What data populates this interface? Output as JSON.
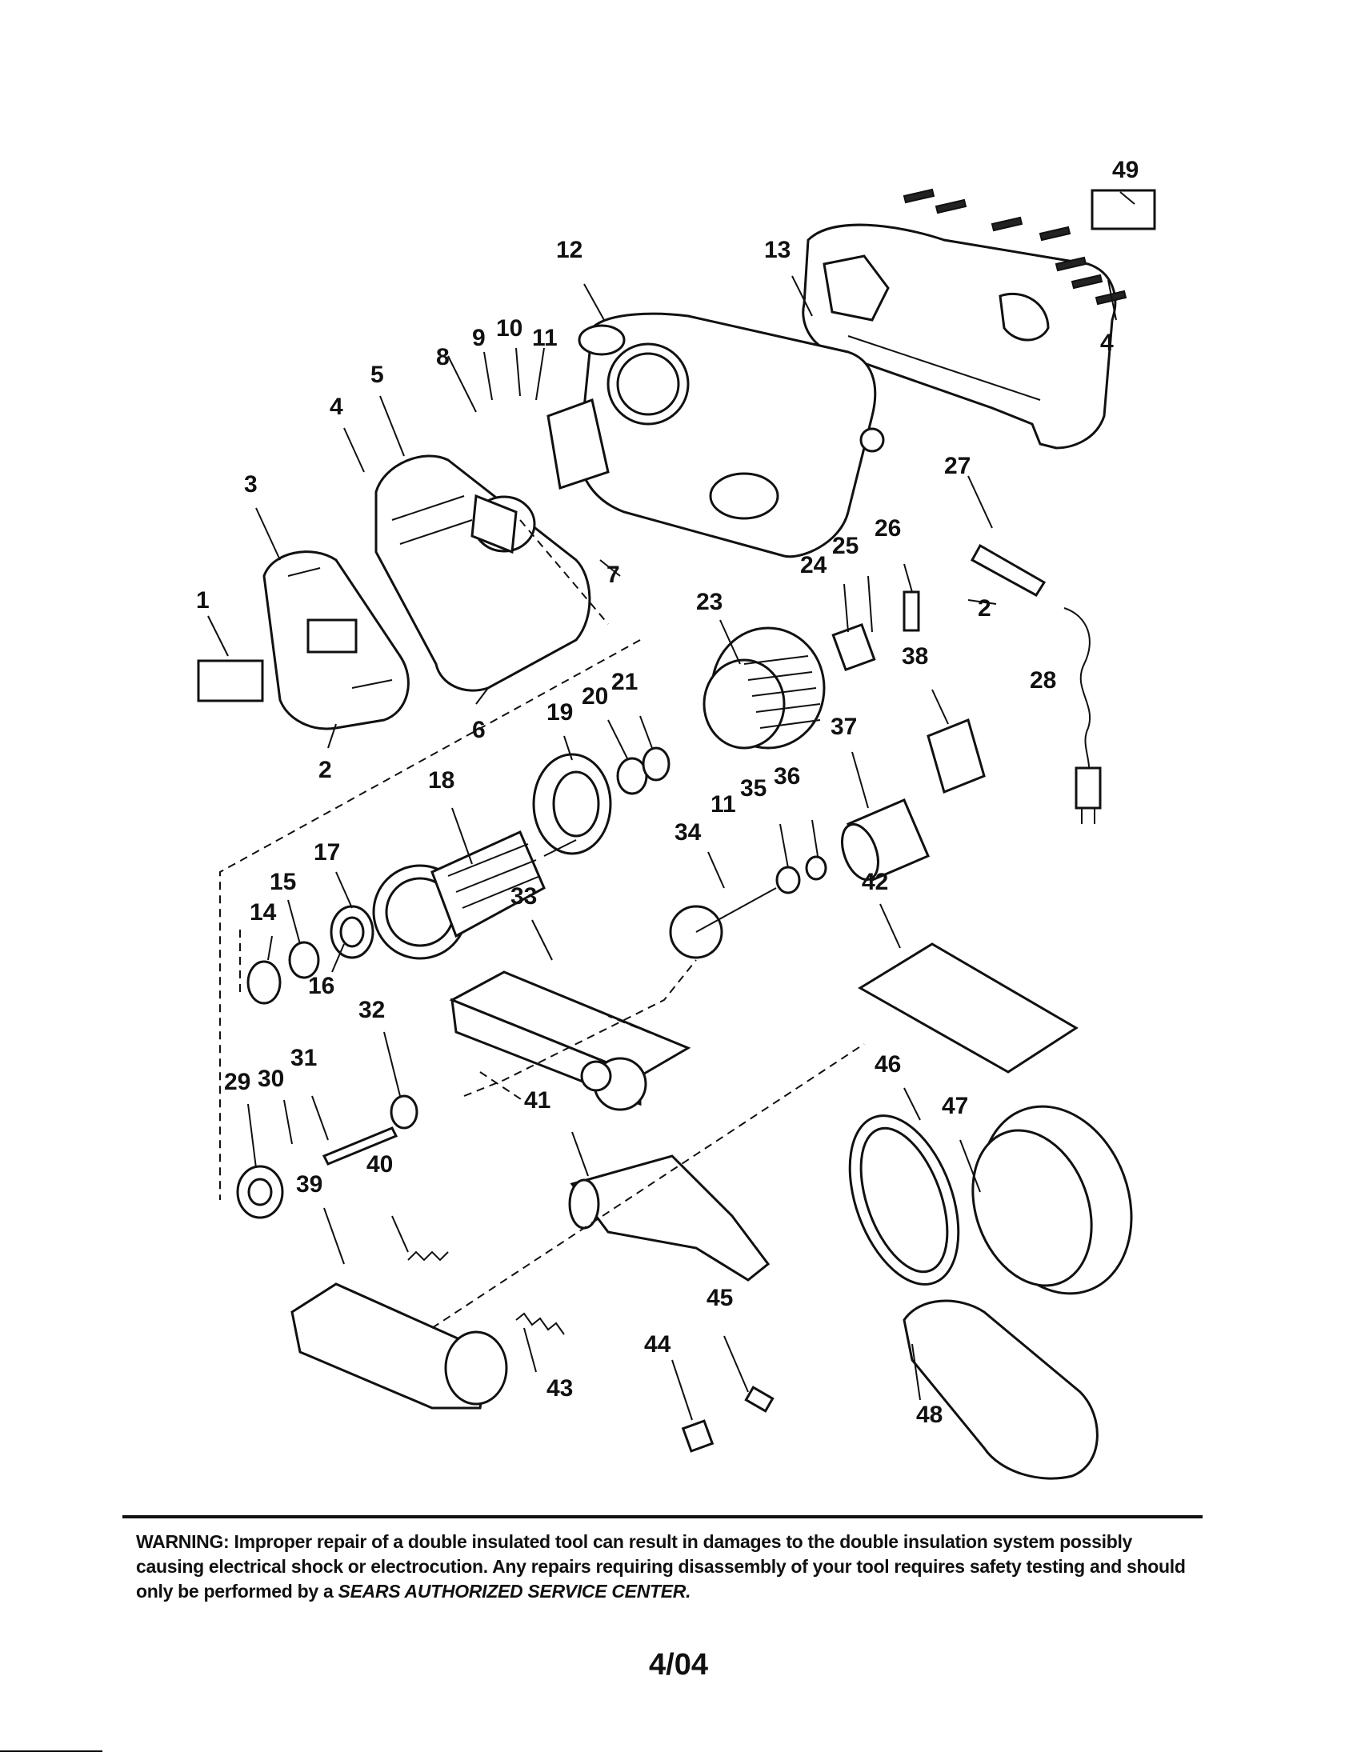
{
  "callouts": {
    "c1": "1",
    "c2a": "2",
    "c2b": "2",
    "c3": "3",
    "c4a": "4",
    "c4b": "4",
    "c5": "5",
    "c6": "6",
    "c7": "7",
    "c8": "8",
    "c9": "9",
    "c10": "10",
    "c11a": "11",
    "c11b": "11",
    "c12": "12",
    "c13": "13",
    "c14": "14",
    "c15": "15",
    "c16": "16",
    "c17": "17",
    "c18": "18",
    "c19": "19",
    "c20": "20",
    "c21": "21",
    "c23": "23",
    "c24": "24",
    "c25": "25",
    "c26": "26",
    "c27": "27",
    "c28": "28",
    "c29": "29",
    "c30": "30",
    "c31": "31",
    "c32": "32",
    "c33": "33",
    "c34": "34",
    "c35": "35",
    "c36": "36",
    "c37": "37",
    "c38": "38",
    "c39": "39",
    "c40": "40",
    "c41": "41",
    "c42": "42",
    "c43": "43",
    "c44": "44",
    "c45": "45",
    "c46": "46",
    "c47": "47",
    "c48": "48",
    "c49": "49"
  },
  "warning": {
    "label": "WARNING:",
    "text": " Improper repair of a double insulated tool can result in damages to the double insulation system possibly causing electrical shock or electrocution. Any repairs requiring disassembly of your tool requires safety testing and should only be performed by a ",
    "service_center": "SEARS AUTHORIZED SERVICE CENTER."
  },
  "page_date": "4/04"
}
